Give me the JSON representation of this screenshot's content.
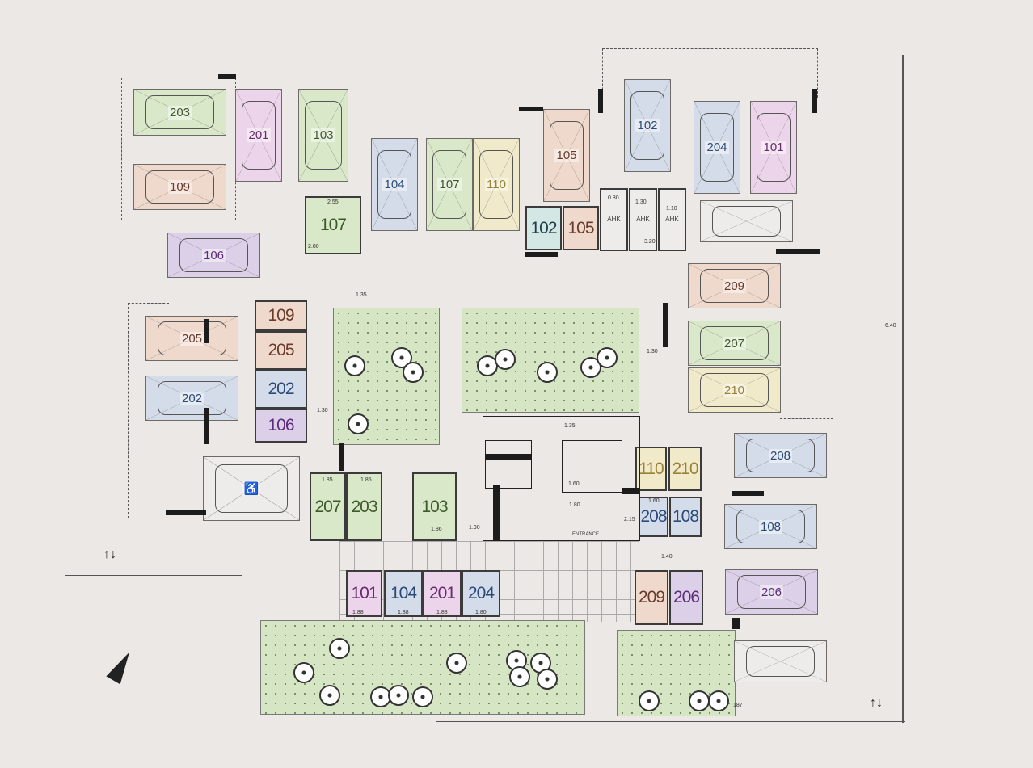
{
  "parking": [
    {
      "label": "203",
      "color": "green"
    },
    {
      "label": "109",
      "color": "peach"
    },
    {
      "label": "201",
      "color": "pink"
    },
    {
      "label": "103",
      "color": "green"
    },
    {
      "label": "106",
      "color": "purple"
    },
    {
      "label": "104",
      "color": "blue"
    },
    {
      "label": "107",
      "color": "green"
    },
    {
      "label": "110",
      "color": "yellow"
    },
    {
      "label": "105",
      "color": "peach"
    },
    {
      "label": "102",
      "color": "blue"
    },
    {
      "label": "204",
      "color": "blue"
    },
    {
      "label": "101",
      "color": "pink"
    },
    {
      "label": "",
      "color": "none"
    },
    {
      "label": "209",
      "color": "peach"
    },
    {
      "label": "207",
      "color": "green"
    },
    {
      "label": "210",
      "color": "yellow"
    },
    {
      "label": "205",
      "color": "peach"
    },
    {
      "label": "202",
      "color": "blue"
    },
    {
      "label": "♿",
      "color": "none"
    },
    {
      "label": "208",
      "color": "blue"
    },
    {
      "label": "108",
      "color": "blue"
    },
    {
      "label": "206",
      "color": "purple"
    },
    {
      "label": "",
      "color": "none"
    }
  ],
  "storage": [
    {
      "label": "107",
      "color": "green"
    },
    {
      "label": "102",
      "color": "teal"
    },
    {
      "label": "105",
      "color": "peach"
    },
    {
      "label": "109",
      "color": "peach"
    },
    {
      "label": "205",
      "color": "peach"
    },
    {
      "label": "202",
      "color": "blue"
    },
    {
      "label": "106",
      "color": "purple"
    },
    {
      "label": "207",
      "color": "green"
    },
    {
      "label": "203",
      "color": "green"
    },
    {
      "label": "103",
      "color": "green"
    },
    {
      "label": "110",
      "color": "yellow"
    },
    {
      "label": "210",
      "color": "yellow"
    },
    {
      "label": "208",
      "color": "blue"
    },
    {
      "label": "108",
      "color": "blue"
    },
    {
      "label": "101",
      "color": "pink"
    },
    {
      "label": "104",
      "color": "blue"
    },
    {
      "label": "201",
      "color": "pink"
    },
    {
      "label": "204",
      "color": "blue"
    },
    {
      "label": "209",
      "color": "peach"
    },
    {
      "label": "206",
      "color": "purple"
    }
  ],
  "service_rooms": [
    "AHK",
    "AHK",
    "AHK"
  ],
  "dimensions": [
    "1.35",
    "1.30",
    "1.30",
    "1.35",
    "6.40",
    "1.60",
    "1.80",
    "2.15",
    "1.40",
    "187",
    "0.80",
    "1.30",
    "3.20",
    "1.10",
    "2.55",
    "2.80",
    "1.85",
    "1.85",
    "1.86",
    "1.90",
    "1.60",
    "1.88",
    "1.88",
    "1.88",
    "1.80"
  ],
  "entrance_label": "ENTRANCE",
  "traffic_arrows": [
    "↑↓",
    "↑↓"
  ]
}
